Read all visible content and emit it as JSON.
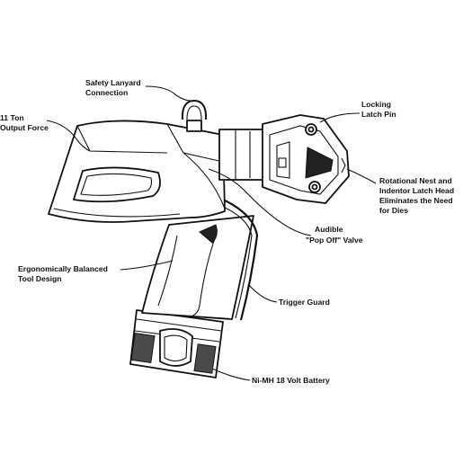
{
  "labels": {
    "safety_lanyard": [
      "Safety Lanyard",
      "Connection"
    ],
    "output_force": [
      "11 Ton",
      "Output Force"
    ],
    "locking_latch_pin": [
      "Locking",
      "Latch Pin"
    ],
    "rotational_nest": [
      "Rotational Nest and",
      "Indentor Latch Head",
      "Eliminates the Need",
      "for Dies"
    ],
    "audible_valve": [
      "Audible",
      "\"Pop Off\" Valve"
    ],
    "ergonomic": [
      "Ergonomically Balanced",
      "Tool Design"
    ],
    "trigger_guard": [
      "Trigger Guard"
    ],
    "battery": [
      "Ni-MH 18 Volt Battery"
    ]
  }
}
